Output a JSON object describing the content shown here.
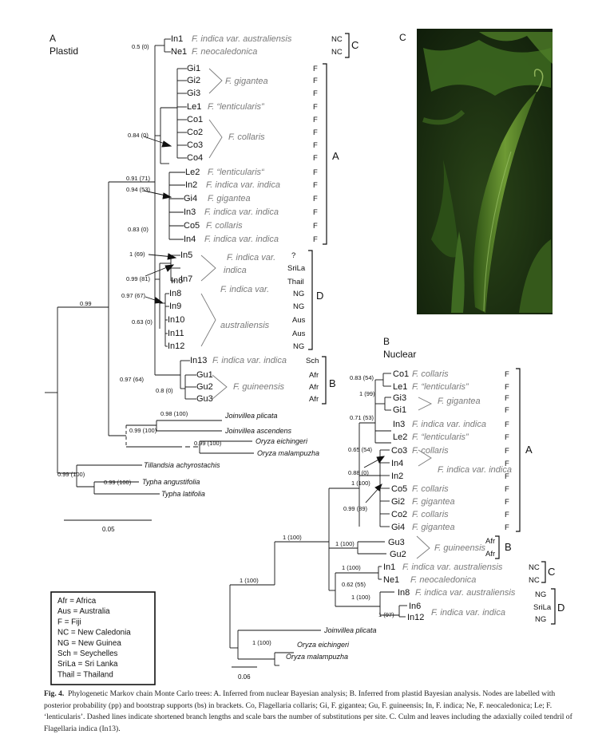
{
  "panel_labels": {
    "a": "A",
    "a_sub": "Plastid",
    "b": "B",
    "b_sub": "Nuclear",
    "c": "C"
  },
  "tree_a": {
    "taxa": [
      {
        "code": "In1",
        "name": "F. indica var. australiensis",
        "region": "NC"
      },
      {
        "code": "Ne1",
        "name": "F. neocaledonica",
        "region": "NC"
      },
      {
        "code": "Gi1",
        "name": "",
        "region": "F"
      },
      {
        "code": "Gi2",
        "name": "F. gigantea",
        "region": "F"
      },
      {
        "code": "Gi3",
        "name": "",
        "region": "F"
      },
      {
        "code": "Le1",
        "name": "F. “lenticularis”",
        "region": "F"
      },
      {
        "code": "Co1",
        "name": "",
        "region": "F"
      },
      {
        "code": "Co2",
        "name": "F. collaris",
        "region": "F"
      },
      {
        "code": "Co3",
        "name": "",
        "region": "F"
      },
      {
        "code": "Co4",
        "name": "",
        "region": "F"
      },
      {
        "code": "Le2",
        "name": "F. “lenticularis“",
        "region": "F"
      },
      {
        "code": "In2",
        "name": "F. indica var. indica",
        "region": "F"
      },
      {
        "code": "Gi4",
        "name": "F. gigantea",
        "region": "F"
      },
      {
        "code": "In3",
        "name": "F. indica var. indica",
        "region": "F"
      },
      {
        "code": "Co5",
        "name": "F. collaris",
        "region": "F"
      },
      {
        "code": "In4",
        "name": "F. indica var. indica",
        "region": "F"
      },
      {
        "code": "In5",
        "name": "F. indica var.",
        "region": "?"
      },
      {
        "code": "In7",
        "name": "indica",
        "region": "SriLa"
      },
      {
        "code": "In6",
        "name": "",
        "region": "Thail"
      },
      {
        "code": "In8",
        "name": "",
        "region": "NG"
      },
      {
        "code": "In9",
        "name": "F. indica var.",
        "region": "NG"
      },
      {
        "code": "In10",
        "name": "australiensis",
        "region": "Aus"
      },
      {
        "code": "In11",
        "name": "",
        "region": "Aus"
      },
      {
        "code": "In12",
        "name": "",
        "region": "NG"
      },
      {
        "code": "In13",
        "name": "F. indica var. indica",
        "region": "Sch"
      },
      {
        "code": "Gu1",
        "name": "",
        "region": "Afr"
      },
      {
        "code": "Gu2",
        "name": "F. guineensis",
        "region": "Afr"
      },
      {
        "code": "Gu3",
        "name": "",
        "region": "Afr"
      }
    ],
    "outgroups": [
      "Joinvillea plicata",
      "Joinvillea ascendens",
      "Oryza eichingeri",
      "Oryza malampuzha",
      "Tillandsia achyrostachis",
      "Typha angustifolia",
      "Typha latifolia"
    ],
    "supports": [
      "0.5 (0)",
      "0.84 (0)",
      "0.91 (71)",
      "0.94 (53)",
      "0.83 (0)",
      "1 (69)",
      "0.99 (81)",
      "0.97 (67)",
      "0.63 (0)",
      "0.99",
      "0.97 (64)",
      "0.8 (0)",
      "0.98 (100)",
      "0.99 (100)",
      "0.99 (100)",
      "0.99 (100)",
      "0.99 (100)"
    ],
    "clades": [
      "C",
      "A",
      "D",
      "B"
    ],
    "scale": "0.05"
  },
  "tree_b": {
    "taxa": [
      {
        "code": "Co1",
        "name": "F. collaris",
        "region": "F"
      },
      {
        "code": "Le1",
        "name": "F. “lenticularis”",
        "region": "F"
      },
      {
        "code": "Gi3",
        "name": "F. gigantea",
        "region": "F"
      },
      {
        "code": "Gi1",
        "name": "",
        "region": "F"
      },
      {
        "code": "In3",
        "name": "F. indica var. indica",
        "region": "F"
      },
      {
        "code": "Le2",
        "name": "F. “lenticularis”",
        "region": "F"
      },
      {
        "code": "Co3",
        "name": "F. collaris",
        "region": "F"
      },
      {
        "code": "In4",
        "name": "F. indica var. indica",
        "region": "F"
      },
      {
        "code": "In2",
        "name": "",
        "region": "F"
      },
      {
        "code": "Co5",
        "name": "F. collaris",
        "region": "F"
      },
      {
        "code": "Gi2",
        "name": "F. gigantea",
        "region": "F"
      },
      {
        "code": "Co2",
        "name": "F. collaris",
        "region": "F"
      },
      {
        "code": "Gi4",
        "name": "F. gigantea",
        "region": "F"
      },
      {
        "code": "Gu3",
        "name": "F. guineensis",
        "region": "Afr"
      },
      {
        "code": "Gu2",
        "name": "",
        "region": "Afr"
      },
      {
        "code": "In1",
        "name": "F. indica var. australiensis",
        "region": "NC"
      },
      {
        "code": "Ne1",
        "name": "F. neocaledonica",
        "region": "NC"
      },
      {
        "code": "In8",
        "name": "F. indica var. australiensis",
        "region": "NG"
      },
      {
        "code": "In6",
        "name": "F. indica var. indica",
        "region": "SriLa"
      },
      {
        "code": "In12",
        "name": "",
        "region": "NG"
      }
    ],
    "outgroups": [
      "Joinvillea plicata",
      "Oryza eichingeri",
      "Oryza malampuzha"
    ],
    "supports": [
      "0.83 (54)",
      "1 (99)",
      "0.71 (53)",
      "0.65 (54)",
      "0.88 (0)",
      "1 (100)",
      "0.99 (89)",
      "1 (100)",
      "1 (100)",
      "1 (100)",
      "0.62 (55)",
      "1 (100)",
      "1 (97)",
      "1 (100)",
      "1 (100)"
    ],
    "clades": [
      "A",
      "B",
      "C",
      "D"
    ],
    "scale": "0.06"
  },
  "legend": [
    "Afr = Africa",
    "Aus = Australia",
    "F = Fiji",
    "NC = New Caledonia",
    "NG = New Guinea",
    "Sch = Seychelles",
    "SriLa = Sri Lanka",
    "Thail = Thailand"
  ],
  "caption": {
    "fig": "Fig. 4.",
    "text": "Phylogenetic Markov chain Monte Carlo trees: A. Inferred from nuclear Bayesian analysis; B. Inferred from plastid Bayesian analysis. Nodes are labelled with posterior probability (pp) and bootstrap supports (bs) in brackets. Co, Flagellaria collaris; Gi, F. gigantea; Gu, F. guineensis; In, F. indica; Ne, F. neocaledonica; Le; F. ‘lenticularis’. Dashed lines indicate shortened branch lengths and scale bars the number of substitutions per site. C. Culm and leaves including the adaxially coiled tendril of Flagellaria indica (In13)."
  },
  "colors": {
    "grey_text": "#7a7a7a",
    "photo_bg": "#1e3315",
    "leaf": "#5d8a2b"
  }
}
